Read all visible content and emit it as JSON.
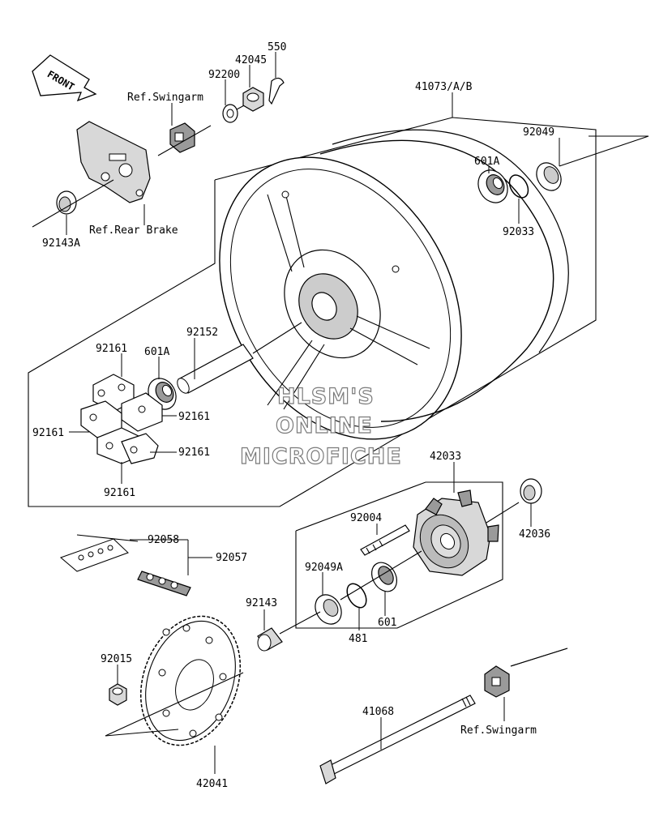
{
  "watermark": [
    "HLSM'S",
    "ONLINE",
    "MICROFICHE"
  ],
  "front_label": "FRONT",
  "labels": {
    "p550": "550",
    "p42045": "42045",
    "p92200": "92200",
    "ref_swingarm_top": "Ref.Swingarm",
    "p41073": "41073/A/B",
    "p92049": "92049",
    "p601A_top": "601A",
    "p92033": "92033",
    "ref_rear_brake": "Ref.Rear Brake",
    "p92143A": "92143A",
    "p92152": "92152",
    "p92161_a": "92161",
    "p601A_mid": "601A",
    "p92161_b": "92161",
    "p92161_c": "92161",
    "p92161_d": "92161",
    "p92161_e": "92161",
    "p42033": "42033",
    "p92004": "92004",
    "p42036": "42036",
    "p92058": "92058",
    "p92057": "92057",
    "p92049A": "92049A",
    "p92143": "92143",
    "p481": "481",
    "p601": "601",
    "p92015": "92015",
    "p41068": "41068",
    "ref_swingarm_bottom": "Ref.Swingarm",
    "p42041": "42041"
  }
}
